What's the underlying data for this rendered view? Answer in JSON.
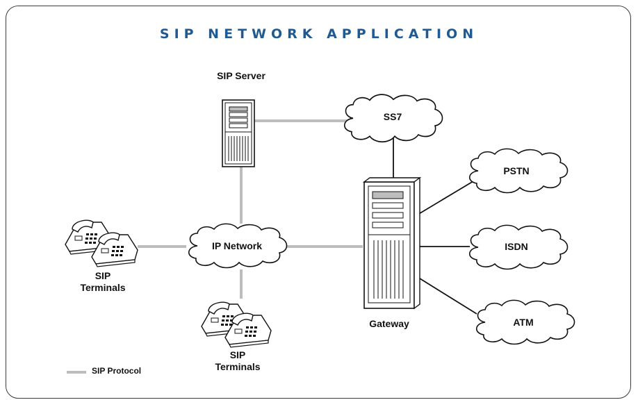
{
  "title": "SIP NETWORK APPLICATION",
  "nodes": {
    "sip_server": "SIP Server",
    "ss7": "SS7",
    "pstn": "PSTN",
    "isdn": "ISDN",
    "atm": "ATM",
    "ip_network": "IP Network",
    "gateway": "Gateway",
    "terminals_left_line1": "SIP",
    "terminals_left_line2": "Terminals",
    "terminals_bottom_line1": "SIP",
    "terminals_bottom_line2": "Terminals"
  },
  "legend": {
    "sip_protocol": "SIP Protocol"
  },
  "colors": {
    "title": "#1f5a93",
    "sip_link": "#bdbdbd",
    "other_link": "#111111"
  }
}
